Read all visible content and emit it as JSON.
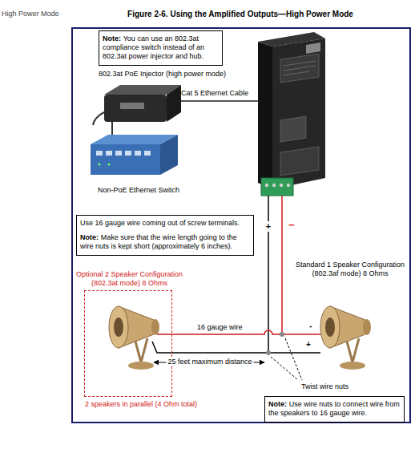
{
  "diagram": {
    "title": "Figure 2-6. Using the Amplified Outputs—High Power Mode",
    "nodes": [
      {
        "text": [
          "Note:",
          "You can use an 802.3at compliance switch instead of an 802.3at power injector and hub."
        ]
      },
      {
        "text": [
          "Use 16 gauge wire coming out of screw terminals.",
          "Note:",
          "Make sure that the wire length going to the wire nuts is kept short (approximately 6 inches)."
        ]
      },
      {
        "text": [
          "Optional 2 Speaker Configuration (802.3at mode) 8 Ohms",
          "2 speakers in parallel (4 Ohm total)"
        ]
      },
      {
        "text": [
          "Note:",
          "Use wire nuts to connect wire from the speakers to 16 gauge wire."
        ]
      }
    ],
    "labels": [
      "High Power Mode",
      "802.3at PoE Injector (high power mode)",
      "Cat 5 Ethernet Cable",
      "Non-PoE Ethernet Switch",
      "+",
      "−",
      "Standard 1 Speaker Configuration (802.3af mode) 8 Ohms",
      "16 gauge wire",
      "-",
      "+",
      "25 feet maximum distance",
      "Twist wire nuts"
    ]
  }
}
